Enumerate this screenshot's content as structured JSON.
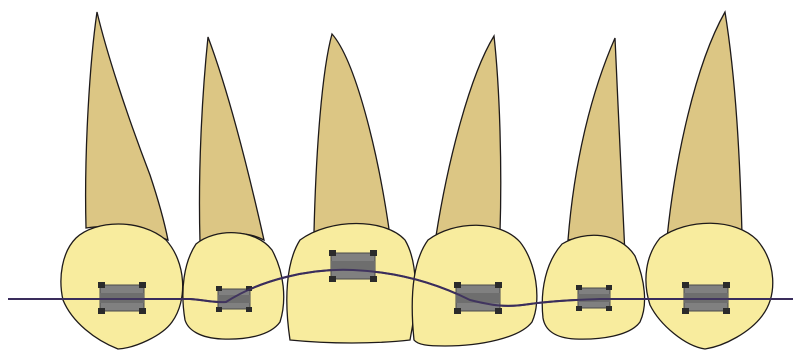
{
  "colors": {
    "root": "#dcc684",
    "crown": "#f8ec9e",
    "outline": "#1e1a1a",
    "wire": "#3b2e5c",
    "bracket_body": "#808080",
    "bracket_edge": "#4a4a4a",
    "bracket_wing": "#2b2b2b",
    "background": "#ffffff"
  },
  "teeth": [
    {
      "name": "tooth-1",
      "bracket": "large"
    },
    {
      "name": "tooth-2",
      "bracket": "small"
    },
    {
      "name": "tooth-3",
      "bracket": "large"
    },
    {
      "name": "tooth-4",
      "bracket": "large"
    },
    {
      "name": "tooth-5",
      "bracket": "small"
    },
    {
      "name": "tooth-6",
      "bracket": "large"
    }
  ]
}
